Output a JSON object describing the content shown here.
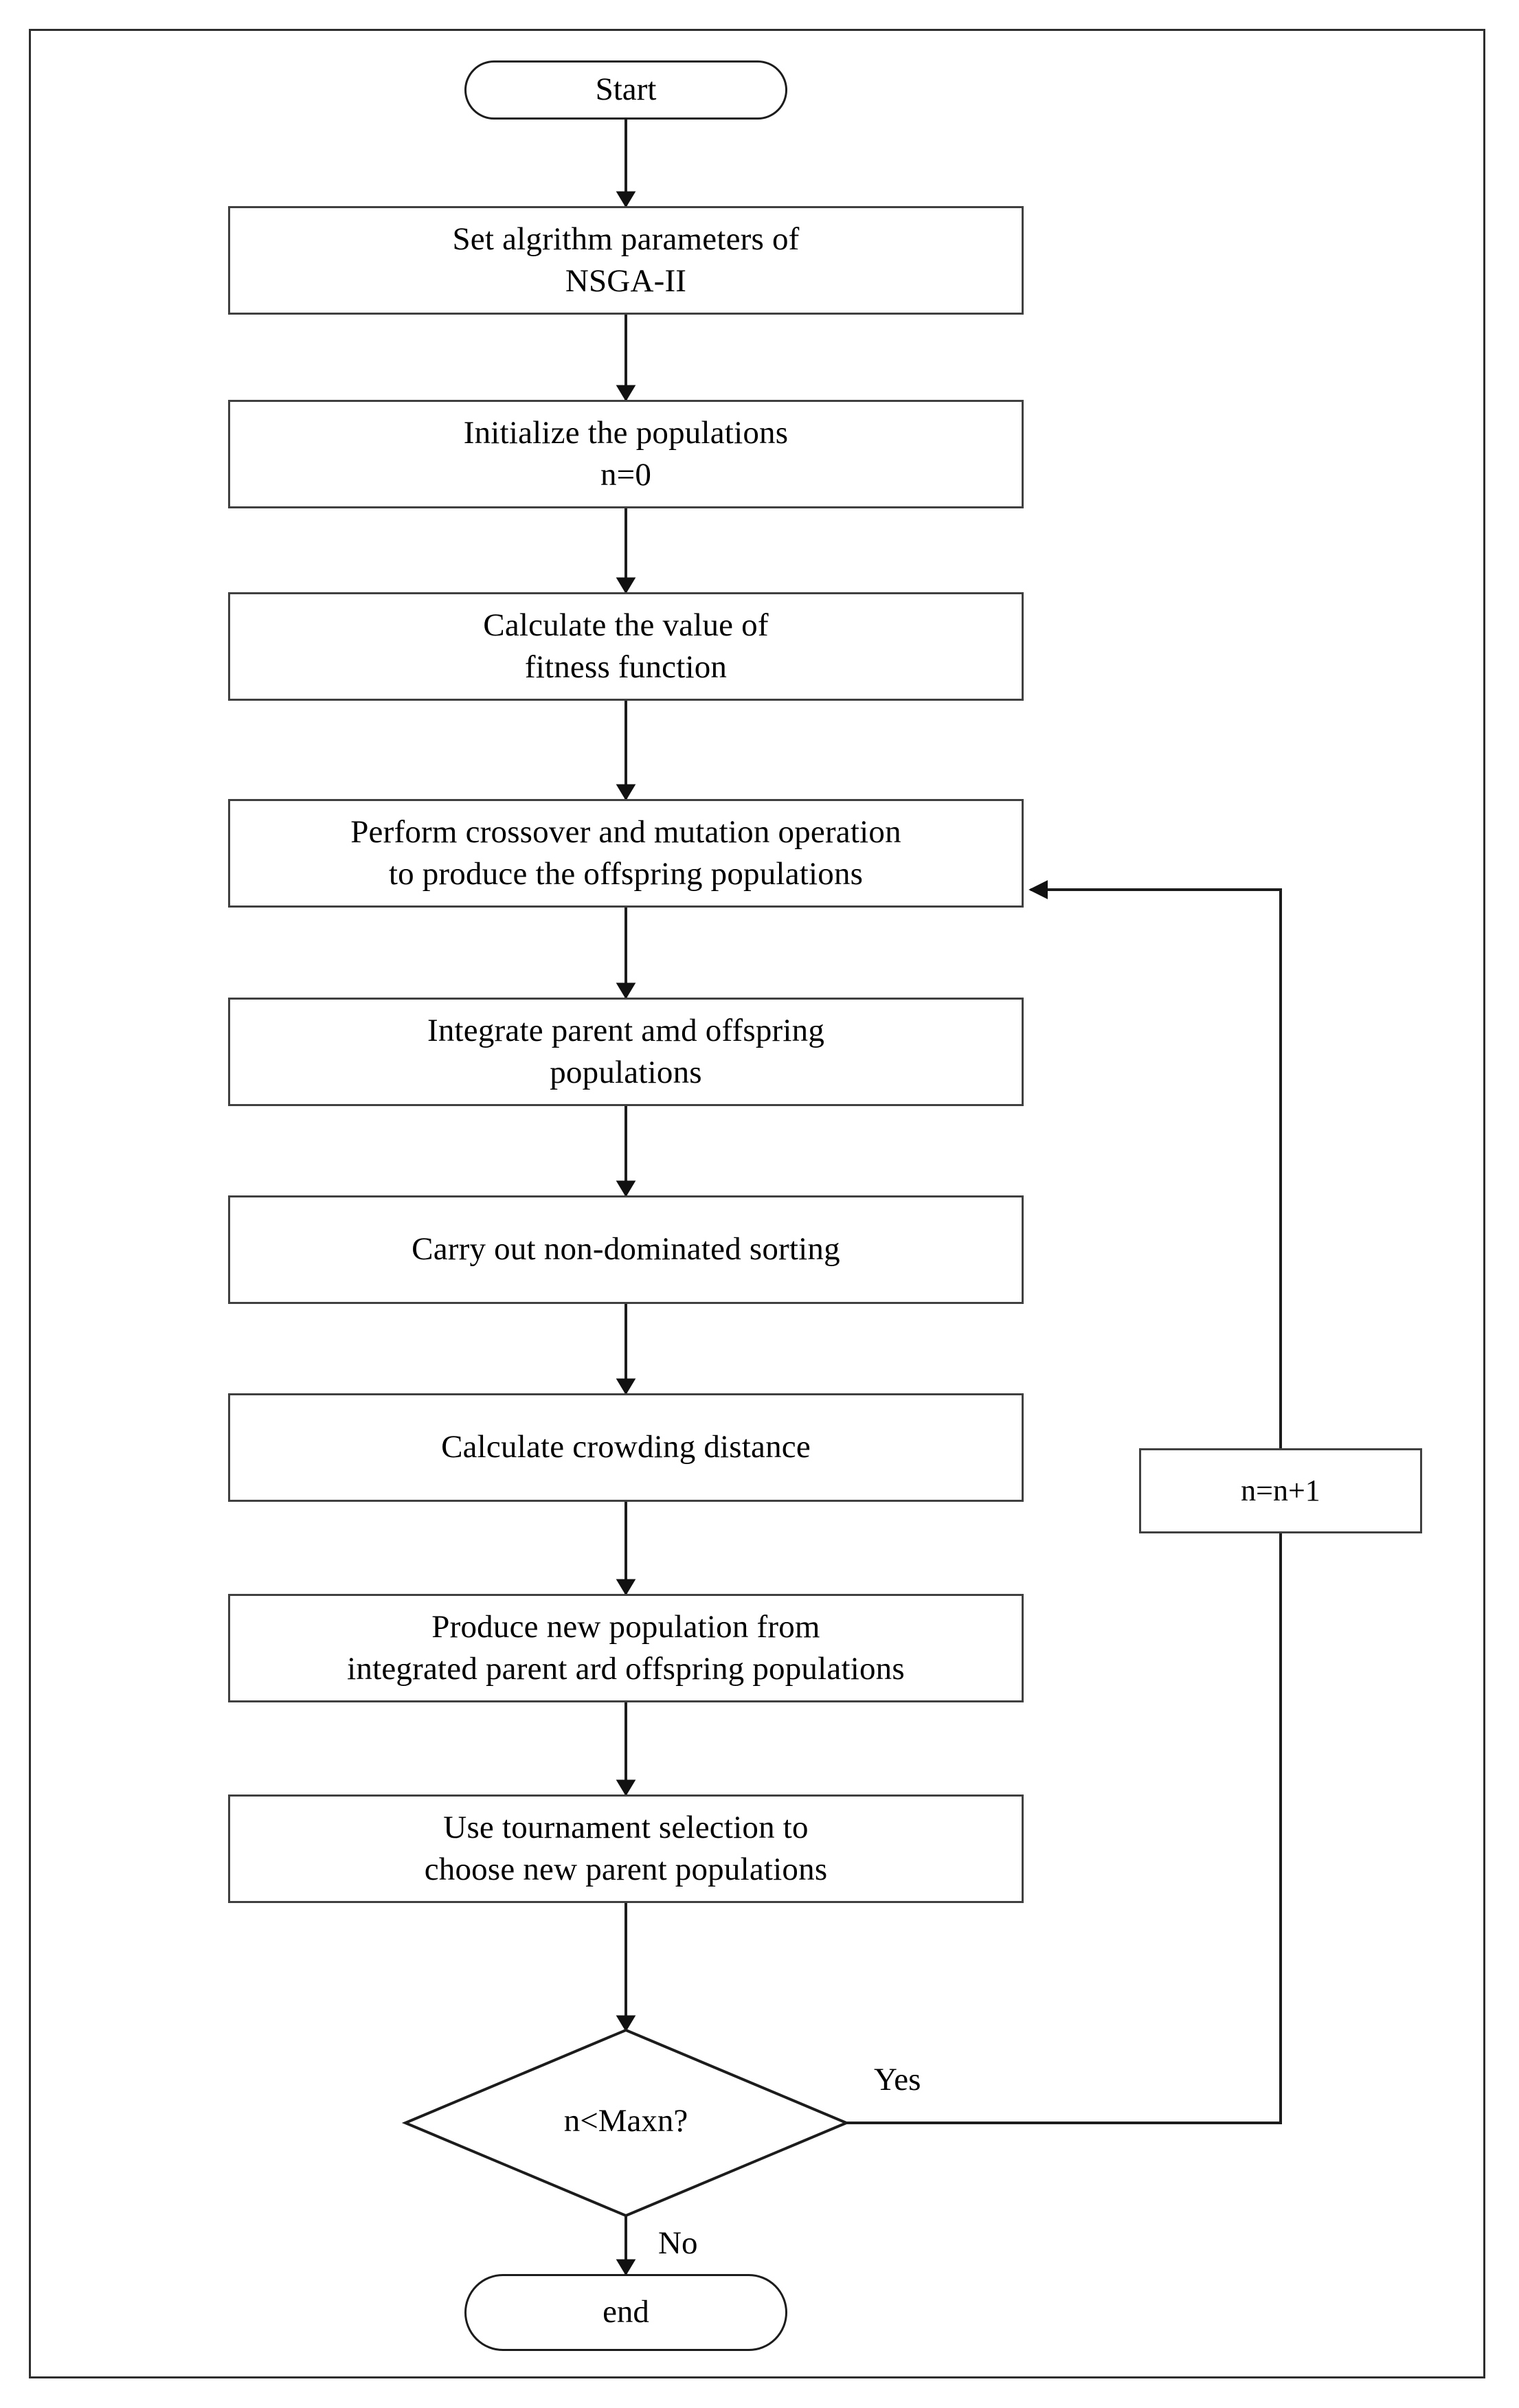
{
  "diagram": {
    "type": "flowchart",
    "title_text": "",
    "orientation": "top-to-bottom",
    "colors": {
      "frame_border": "#2e2e2e",
      "node_border": "#404040",
      "line": "#1c1c1c",
      "background": "#ffffff",
      "text": "#000000"
    },
    "nodes": [
      {
        "id": "start",
        "shape": "terminal",
        "label": "Start"
      },
      {
        "id": "set-params",
        "shape": "process",
        "line1": "Set algrithm parameters of",
        "line2": "NSGA-II"
      },
      {
        "id": "init-pop",
        "shape": "process",
        "line1": "Initialize the populations",
        "line2": "n=0"
      },
      {
        "id": "calc-fitness",
        "shape": "process",
        "line1": "Calculate the value of",
        "line2": "fitness function"
      },
      {
        "id": "crossover-mutation",
        "shape": "process",
        "line1": "Perform crossover and mutation operation",
        "line2": "to produce the offspring populations"
      },
      {
        "id": "integrate",
        "shape": "process",
        "line1": "Integrate parent amd offspring",
        "line2": "populations"
      },
      {
        "id": "non-dominated-sorting",
        "shape": "process",
        "line1": "Carry out non-dominated sorting",
        "line2": ""
      },
      {
        "id": "crowding-distance",
        "shape": "process",
        "line1": "Calculate crowding distance",
        "line2": ""
      },
      {
        "id": "produce-new-pop",
        "shape": "process",
        "line1": "Produce new population from",
        "line2": "integrated parent ard offspring populations"
      },
      {
        "id": "tournament",
        "shape": "process",
        "line1": "Use tournament selection to",
        "line2": "choose new parent populations"
      },
      {
        "id": "decision",
        "shape": "diamond",
        "label": "n<Maxn?"
      },
      {
        "id": "increment",
        "shape": "process",
        "label": "n=n+1"
      },
      {
        "id": "end",
        "shape": "terminal",
        "label": "end"
      }
    ],
    "edge_labels": {
      "yes": "Yes",
      "no": "No"
    }
  }
}
